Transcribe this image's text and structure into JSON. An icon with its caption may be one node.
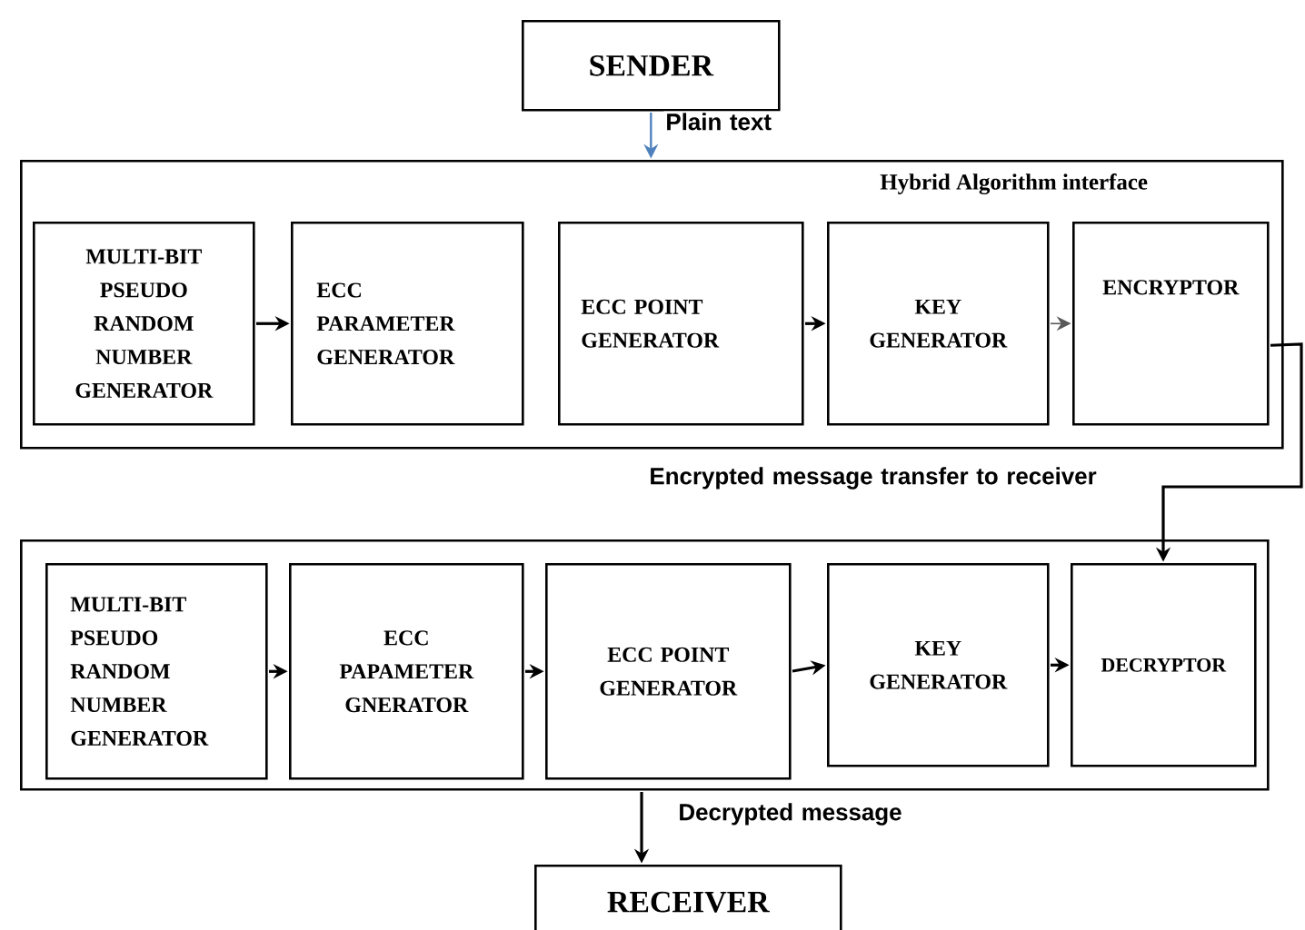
{
  "diagram": {
    "nodes": [
      {
        "text": [
          "SENDER"
        ]
      },
      {
        "text": [
          "Hybrid Algorithm interface"
        ]
      },
      {
        "text": [
          "MULTI-BIT PSEUDO RANDOM NUMBER GENERATOR"
        ],
        "in": 1
      },
      {
        "text": [
          "ECC PARAMETER GENERATOR"
        ],
        "in": 1
      },
      {
        "text": [
          "ECC POINT GENERATOR"
        ],
        "in": 1
      },
      {
        "text": [
          "KEY GENERATOR"
        ],
        "in": 1
      },
      {
        "text": [
          "ENCRYPTOR"
        ],
        "in": 1
      },
      {
        "text": [],
        "shape": "box"
      },
      {
        "text": [
          "MULTI-BIT PSEUDO RANDOM NUMBER GENERATOR"
        ],
        "in": 7
      },
      {
        "text": [
          "ECC PAPAMETER GNERATOR"
        ],
        "in": 7
      },
      {
        "text": [
          "ECC POINT GENERATOR"
        ],
        "in": 7
      },
      {
        "text": [
          "KEY GENERATOR"
        ],
        "in": 7
      },
      {
        "text": [
          "DECRYPTOR"
        ],
        "in": 7
      },
      {
        "text": [
          "RECEIVER"
        ]
      }
    ],
    "edges": [
      {
        "from": 0,
        "to": 1,
        "arrow": "to",
        "label": "Plain text",
        "color": "#4f81bd"
      },
      {
        "from": 2,
        "to": 3,
        "arrow": "to"
      },
      {
        "from": 4,
        "to": 5,
        "arrow": "to"
      },
      {
        "from": 5,
        "to": 6,
        "arrow": "to",
        "color": "#595959"
      },
      {
        "from": 6,
        "to": 12,
        "arrow": "to",
        "label": "Encrypted message transfer to receiver"
      },
      {
        "from": 8,
        "to": 9,
        "arrow": "to"
      },
      {
        "from": 9,
        "to": 10,
        "arrow": "to"
      },
      {
        "from": 10,
        "to": 11,
        "arrow": "to"
      },
      {
        "from": 11,
        "to": 12,
        "arrow": "to"
      },
      {
        "from": 7,
        "to": 13,
        "arrow": "to",
        "label": "Decrypted message"
      }
    ]
  }
}
